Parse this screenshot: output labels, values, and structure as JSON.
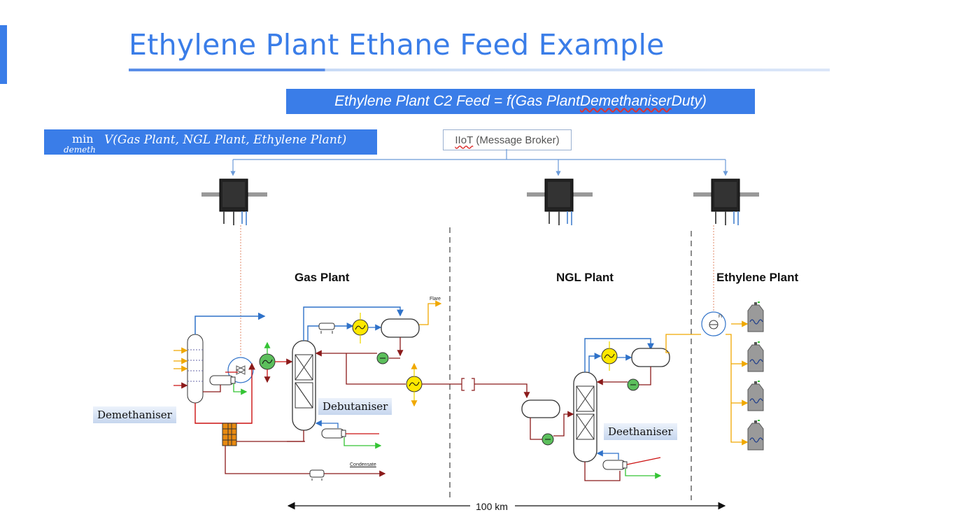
{
  "slide": {
    "title": "Ethylene Plant Ethane Feed Example",
    "formula_prefix": "Ethylene Plant C2 Feed = f(Gas Plant ",
    "formula_keyword": "Demethaniser",
    "formula_suffix": " Duty)",
    "optimization": {
      "min": "min",
      "subscript": "demeth",
      "expression": "V(Gas Plant, NGL Plant, Ethylene Plant)"
    },
    "broker": {
      "acronym": "IIoT",
      "rest": " (Message Broker)"
    }
  },
  "plants": {
    "gas": "Gas Plant",
    "ngl": "NGL Plant",
    "ethylene": "Ethylene Plant"
  },
  "units": {
    "demethaniser": "Demethaniser",
    "debutaniser": "Debutaniser",
    "deethaniser": "Deethaniser"
  },
  "streams": {
    "flare": "Flare",
    "condensate": "Condensate",
    "fi": "FI"
  },
  "distance": "100 km",
  "colors": {
    "accent": "#3a7de8",
    "stream_blue": "#2f72c9",
    "stream_red": "#8b1a1a",
    "stream_orange": "#f0a800",
    "stream_green": "#34c434",
    "heat_exchanger": "#ffe800",
    "pump": "#5cbf5c"
  }
}
